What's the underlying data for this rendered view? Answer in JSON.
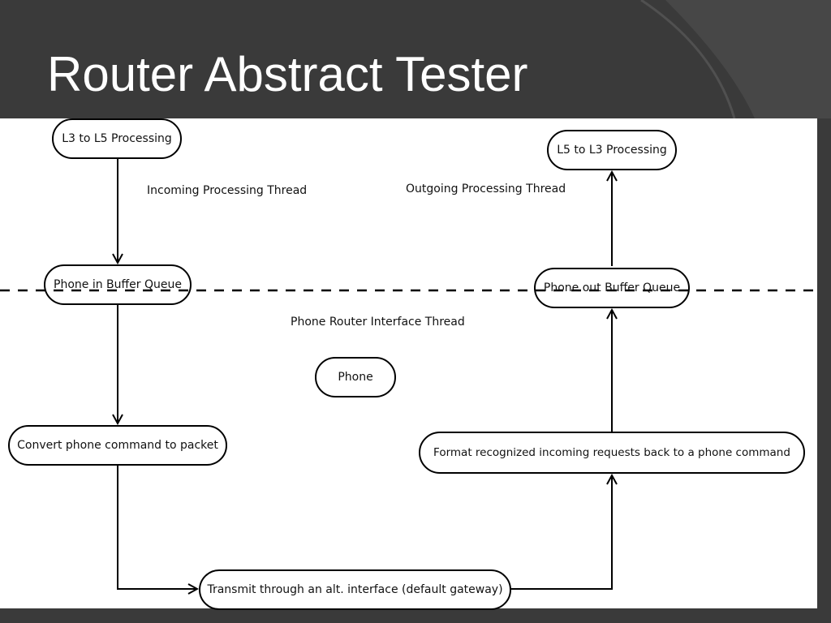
{
  "slide": {
    "title": "Router Abstract Tester"
  },
  "diagram": {
    "nodes": {
      "l3_to_l5": "L3 to L5 Processing",
      "l5_to_l3": "L5 to L3 Processing",
      "phone_in_buffer": "Phone in Buffer Queue",
      "phone_out_buffer": "Phone out Buffer Queue",
      "phone": "Phone",
      "convert_command": "Convert phone command to packet",
      "format_requests": "Format recognized incoming requests back to a phone command",
      "transmit": "Transmit through an alt. interface (default gateway)"
    },
    "labels": {
      "incoming_thread": "Incoming Processing Thread",
      "outgoing_thread": "Outgoing Processing Thread",
      "router_interface_thread": "Phone Router Interface Thread"
    }
  },
  "colors": {
    "background": "#3a3a3a",
    "panel": "#ffffff",
    "ink": "#000000"
  }
}
